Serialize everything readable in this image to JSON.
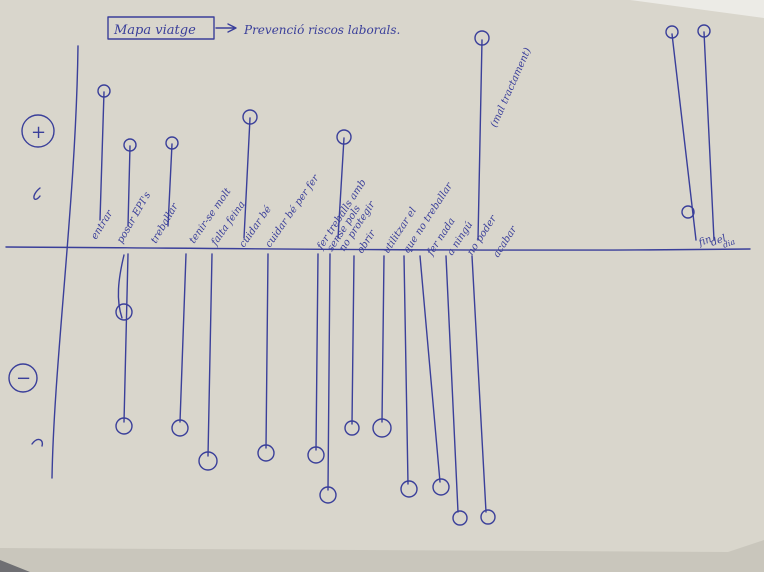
{
  "title": {
    "boxed": "Mapa viatge",
    "subtitle": "Prevenció riscos laborals."
  },
  "axis": {
    "plus_label": "+",
    "minus_label": "−"
  },
  "notes_above": [
    "entrar",
    "posar EPI's",
    "treballar",
    "tenir-se molt",
    "falta feina",
    "cuidar bé",
    "cuidar bé per fer",
    "fer treballs amb",
    "sense pols",
    "no protegir",
    "obrir",
    "utilitzar el",
    "que no treballar",
    "fer nada",
    "a ningú",
    "no poder",
    "acabar",
    "(mal tractament)",
    "fin",
    "del",
    "dia"
  ],
  "colors": {
    "paper": "#d9d6cc",
    "ink": "#3a3f9a",
    "background": "#6f6f73"
  }
}
